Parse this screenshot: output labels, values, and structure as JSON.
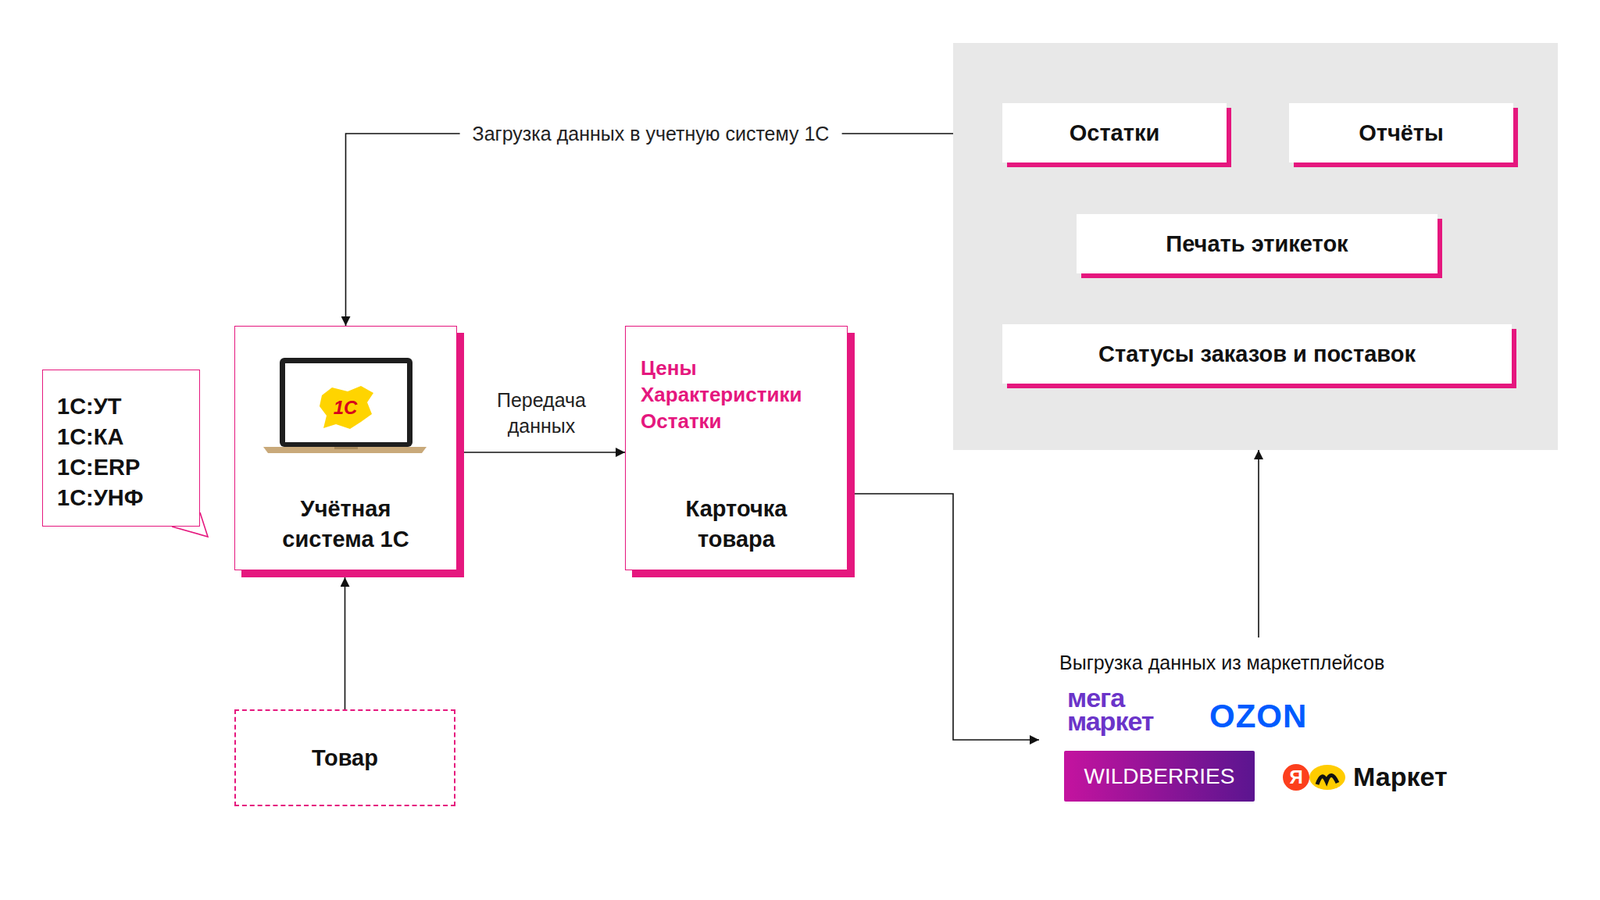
{
  "diagram": {
    "nodes": [
      {
        "text": []
      },
      {
        "text": [
          "Остатки"
        ],
        "in": 0
      },
      {
        "text": [
          "Отчёты"
        ],
        "in": 0
      },
      {
        "text": [
          "Печать этикеток"
        ],
        "in": 0
      },
      {
        "text": [
          "Статусы заказов и поставок"
        ],
        "in": 0
      },
      {
        "text": [
          "1С:УТ",
          "1С:КА",
          "1С:ERP",
          "1С:УНФ"
        ]
      },
      {
        "text": [
          "1С",
          "Учётная система 1С"
        ]
      },
      {
        "text": [
          "Цены",
          "Характеристики",
          "Остатки",
          "Карточка товара"
        ]
      },
      {
        "text": [
          "Товар"
        ]
      },
      {
        "text": [
          "Выгрузка данных из маркетплейсов",
          "мега маркет",
          "OZON",
          "WILDBERRIES",
          "Я",
          "Маркет"
        ]
      }
    ],
    "edges": [
      {
        "from": 0,
        "to": 6,
        "label": "Загрузка данных в учетную систему 1С",
        "arrow": "to"
      },
      {
        "from": 6,
        "to": 7,
        "label": "Передача данных",
        "arrow": "to"
      },
      {
        "from": 8,
        "to": 6,
        "arrow": "to"
      },
      {
        "from": 7,
        "to": 9,
        "arrow": "to"
      },
      {
        "from": 9,
        "to": 0,
        "arrow": "to"
      }
    ]
  }
}
